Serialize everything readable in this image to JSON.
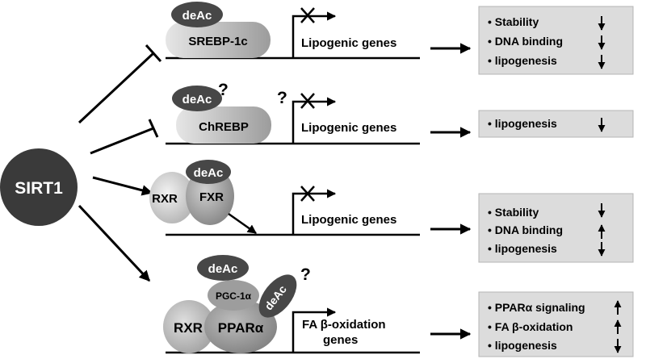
{
  "center": {
    "label": "SIRT1"
  },
  "deac_label": "deAc",
  "question_mark": "?",
  "lipogenic_genes": "Lipogenic genes",
  "rows": [
    {
      "factor": "SREBP-1c",
      "effect": "inhibit",
      "target_gene": "Lipogenic genes",
      "outcomes": [
        {
          "label": "• Stability",
          "direction": "down"
        },
        {
          "label": "• DNA binding",
          "direction": "down"
        },
        {
          "label": "• lipogenesis",
          "direction": "down"
        }
      ]
    },
    {
      "factor": "ChREBP",
      "effect": "inhibit",
      "target_gene": "Lipogenic genes",
      "outcomes": [
        {
          "label": "• lipogenesis",
          "direction": "down"
        }
      ]
    },
    {
      "factor_left": "RXR",
      "factor_right": "FXR",
      "effect": "activate",
      "target_gene": "Lipogenic genes",
      "outcomes": [
        {
          "label": "• Stability",
          "direction": "down"
        },
        {
          "label": "• DNA binding",
          "direction": "up"
        },
        {
          "label": "• lipogenesis",
          "direction": "down"
        }
      ]
    },
    {
      "factor_left": "RXR",
      "factor_main": "PPARα",
      "coactivator": "PGC-1α",
      "effect": "activate",
      "target_gene_line1": "FA β-oxidation",
      "target_gene_line2": "genes",
      "outcomes": [
        {
          "label": "• PPARα signaling",
          "direction": "up"
        },
        {
          "label": "• FA β-oxidation",
          "direction": "up"
        },
        {
          "label": "• lipogenesis",
          "direction": "down"
        }
      ]
    }
  ]
}
